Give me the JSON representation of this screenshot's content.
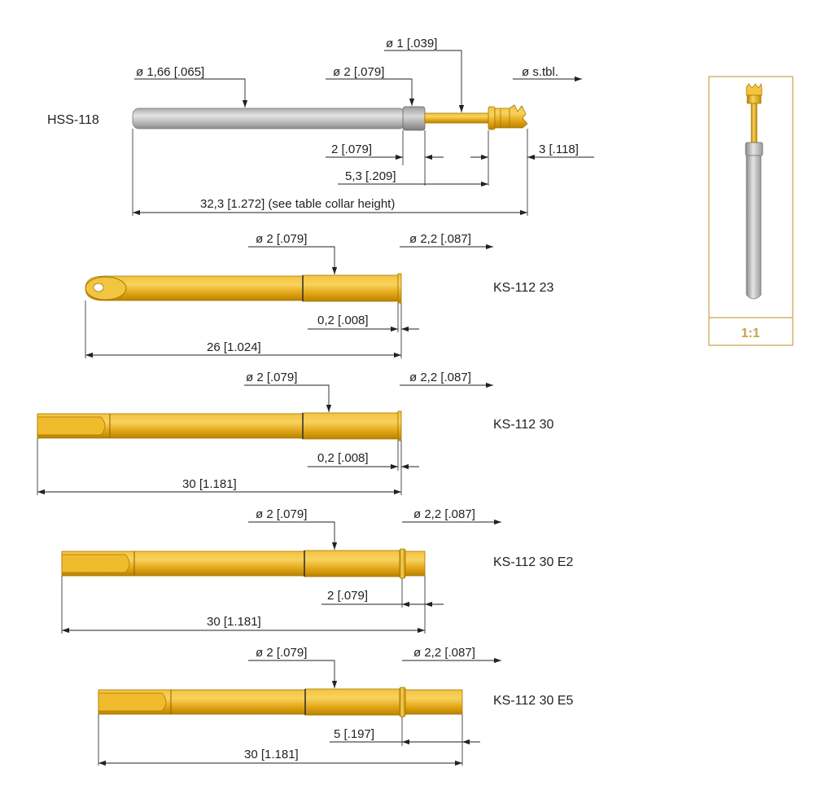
{
  "colors": {
    "gold": "#e5a81a",
    "gold_dark": "#a57600",
    "gold_light": "#f6cf59",
    "steel": "#b5b5b5",
    "steel_dark": "#777777",
    "line": "#222222",
    "frame": "#c9a24a"
  },
  "parts": [
    {
      "name": "HSS-118",
      "dims": [
        "ø 1 [.039]",
        "ø 1,66 [.065]",
        "ø 2 [.079]",
        "ø s.tbl.",
        "2 [.079]",
        "3 [.118]",
        "5,3 [.209]",
        "32,3 [1.272] (see table collar height)"
      ]
    },
    {
      "name": "KS-112 23",
      "dims": [
        "ø 2 [.079]",
        "ø 2,2 [.087]",
        "0,2 [.008]",
        "26 [1.024]"
      ]
    },
    {
      "name": "KS-112 30",
      "dims": [
        "ø 2 [.079]",
        "ø 2,2 [.087]",
        "0,2 [.008]",
        "30 [1.181]"
      ]
    },
    {
      "name": "KS-112 30 E2",
      "dims": [
        "ø 2 [.079]",
        "ø 2,2 [.087]",
        "2 [.079]",
        "30 [1.181]"
      ]
    },
    {
      "name": "KS-112 30 E5",
      "dims": [
        "ø 2 [.079]",
        "ø 2,2 [.087]",
        "5 [.197]",
        "30 [1.181]"
      ]
    }
  ],
  "scale": {
    "label": "1:1"
  }
}
